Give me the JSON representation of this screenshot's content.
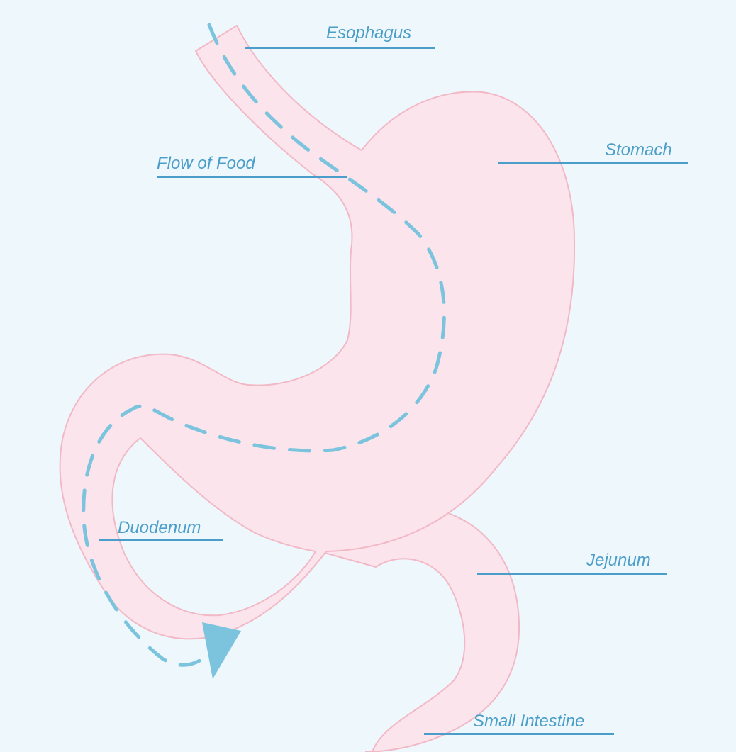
{
  "diagram": {
    "colors": {
      "background": "#eef7fb",
      "organ_fill": "#fce4ec",
      "organ_outline": "#f2b8c6",
      "accent": "#4a9ec9",
      "path": "#7cc4de"
    },
    "labels": {
      "esophagus": "Esophagus",
      "flow_of_food": "Flow of Food",
      "stomach": "Stomach",
      "duodenum": "Duodenum",
      "jejunum": "Jejunum",
      "small_intestine": "Small Intestine"
    }
  }
}
